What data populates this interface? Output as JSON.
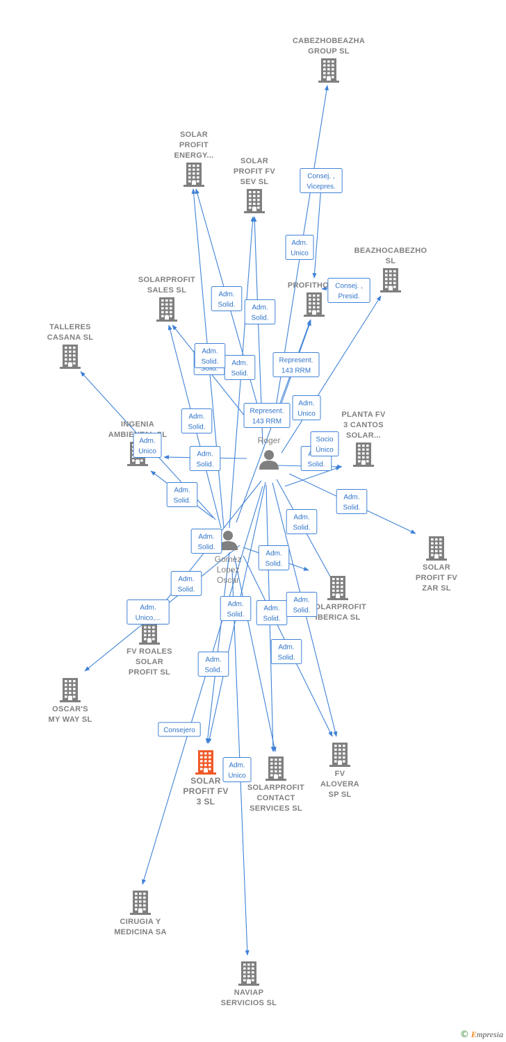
{
  "colors": {
    "edge": "#3f82d6",
    "building": "#7f7f7f",
    "focus": "#f05a28",
    "label": "#808080"
  },
  "nodes": [
    {
      "id": "cabezhobeazha",
      "type": "company",
      "icon": "building-icon",
      "lines": [
        "CABEZHOBEAZHA",
        "GROUP  SL"
      ]
    },
    {
      "id": "solar-energy",
      "type": "company",
      "icon": "building-icon",
      "lines": [
        "SOLAR",
        "PROFIT",
        "ENERGY..."
      ]
    },
    {
      "id": "solar-sev",
      "type": "company",
      "icon": "building-icon",
      "lines": [
        "SOLAR",
        "PROFIT FV",
        "SEV  SL"
      ]
    },
    {
      "id": "beazhocabezho",
      "type": "company",
      "icon": "building-icon",
      "lines": [
        "BEAZHOCABEZHO",
        "SL"
      ]
    },
    {
      "id": "profithol",
      "type": "company",
      "icon": "building-icon",
      "lines": [
        "PROFITHOL..."
      ]
    },
    {
      "id": "solarprofit-sales",
      "type": "company",
      "icon": "building-icon",
      "lines": [
        "SOLARPROFIT",
        "SALES  SL"
      ]
    },
    {
      "id": "talleres",
      "type": "company",
      "icon": "building-icon",
      "lines": [
        "TALLERES",
        "CASANA  SL"
      ]
    },
    {
      "id": "ingenia",
      "type": "company",
      "icon": "building-icon",
      "lines": [
        "INGENIA",
        "AMBIENTAL SL"
      ]
    },
    {
      "id": "planta-fv",
      "type": "company",
      "icon": "building-icon",
      "lines": [
        "PLANTA FV",
        "3 CANTOS",
        "SOLAR..."
      ]
    },
    {
      "id": "roger",
      "type": "person",
      "icon": "person-icon",
      "lines": [
        "Roger"
      ]
    },
    {
      "id": "gomez",
      "type": "person",
      "icon": "person-icon",
      "lines": [
        "Gomez",
        "Lopez",
        "Oscar"
      ]
    },
    {
      "id": "solar-zar",
      "type": "company",
      "icon": "building-icon",
      "lines": [
        "SOLAR",
        "PROFIT FV",
        "ZAR  SL"
      ]
    },
    {
      "id": "solarprofit-iberica",
      "type": "company",
      "icon": "building-icon",
      "lines": [
        "SOLARPROFIT",
        "IBERICA  SL"
      ]
    },
    {
      "id": "fv-roales",
      "type": "company",
      "icon": "building-icon",
      "lines": [
        "FV ROALES",
        "SOLAR",
        "PROFIT  SL"
      ]
    },
    {
      "id": "oscars",
      "type": "company",
      "icon": "building-icon",
      "lines": [
        "OSCAR'S",
        "MY WAY  SL"
      ]
    },
    {
      "id": "solar-fv3",
      "type": "focus",
      "icon": "building-icon",
      "lines": [
        "SOLAR",
        "PROFIT FV",
        "3  SL"
      ]
    },
    {
      "id": "solarprofit-contact",
      "type": "company",
      "icon": "building-icon",
      "lines": [
        "SOLARPROFIT",
        "CONTACT",
        "SERVICES  SL"
      ]
    },
    {
      "id": "fv-alovera",
      "type": "company",
      "icon": "building-icon",
      "lines": [
        "FV",
        "ALOVERA",
        "SP  SL"
      ]
    },
    {
      "id": "cirugia",
      "type": "company",
      "icon": "building-icon",
      "lines": [
        "CIRUGIA Y",
        "MEDICINA SA"
      ]
    },
    {
      "id": "naviap",
      "type": "company",
      "icon": "building-icon",
      "lines": [
        "NAVIAP",
        "SERVICIOS  SL"
      ]
    }
  ],
  "edges": [
    {
      "from": "roger",
      "to": "cabezhobeazha",
      "lines": [
        "Adm.",
        "Unico"
      ]
    },
    {
      "from": "cabezhobeazha",
      "to": "profithol",
      "lines": [
        "Consej. ,",
        "Vicepres."
      ]
    },
    {
      "from": "roger",
      "to": "beazhocabezho",
      "lines": [
        "Adm.",
        "Unico"
      ]
    },
    {
      "from": "beazhocabezho",
      "to": "profithol",
      "lines": [
        "Consej. ,",
        "Presid."
      ]
    },
    {
      "from": "roger",
      "to": "profithol",
      "lines": [
        "Represent.",
        "143 RRM"
      ]
    },
    {
      "from": "gomez",
      "to": "profithol",
      "lines": [
        "Represent.",
        "143 RRM"
      ]
    },
    {
      "from": "roger",
      "to": "solar-energy",
      "lines": [
        "Adm.",
        "Solid."
      ]
    },
    {
      "from": "gomez",
      "to": "solar-energy",
      "lines": [
        "Adm.",
        "Solid."
      ]
    },
    {
      "from": "roger",
      "to": "solar-sev",
      "lines": [
        "Adm.",
        "Solid."
      ]
    },
    {
      "from": "gomez",
      "to": "solar-sev",
      "lines": [
        "Adm.",
        "Solid."
      ]
    },
    {
      "from": "roger",
      "to": "solarprofit-sales",
      "lines": [
        "Adm.",
        "Solid."
      ]
    },
    {
      "from": "gomez",
      "to": "solarprofit-sales",
      "lines": [
        "Adm.",
        "Solid."
      ]
    },
    {
      "from": "gomez",
      "to": "talleres",
      "lines": [
        "Adm.",
        "Unico"
      ]
    },
    {
      "from": "roger",
      "to": "ingenia",
      "lines": [
        "Adm.",
        "Solid."
      ]
    },
    {
      "from": "gomez",
      "to": "ingenia",
      "lines": [
        "Adm.",
        "Solid."
      ]
    },
    {
      "from": "roger",
      "to": "planta-fv",
      "lines": [
        "Adm.",
        "Solid."
      ]
    },
    {
      "from": "gomez",
      "to": "planta-fv",
      "lines": [
        "Socio",
        "Único"
      ]
    },
    {
      "from": "roger",
      "to": "solar-zar",
      "lines": [
        "Adm.",
        "Solid."
      ]
    },
    {
      "from": "roger",
      "to": "solarprofit-iberica",
      "lines": [
        "Adm.",
        "Solid."
      ]
    },
    {
      "from": "gomez",
      "to": "solarprofit-iberica",
      "lines": [
        "Adm.",
        "Solid."
      ]
    },
    {
      "from": "roger",
      "to": "fv-roales",
      "lines": [
        "Adm.",
        "Solid."
      ]
    },
    {
      "from": "gomez",
      "to": "oscars",
      "lines": [
        "Adm.",
        "Unico,..."
      ]
    },
    {
      "from": "roger",
      "to": "solar-fv3",
      "lines": [
        "Adm.",
        "Solid."
      ]
    },
    {
      "from": "gomez",
      "to": "solar-fv3",
      "lines": [
        "Adm.",
        "Solid."
      ]
    },
    {
      "from": "roger",
      "to": "solarprofit-contact",
      "lines": [
        "Adm.",
        "Solid."
      ]
    },
    {
      "from": "gomez",
      "to": "solarprofit-contact",
      "lines": [
        "Adm.",
        "Solid."
      ]
    },
    {
      "from": "roger",
      "to": "fv-alovera",
      "lines": [
        "Adm.",
        "Solid."
      ]
    },
    {
      "from": "gomez",
      "to": "fv-alovera",
      "lines": [
        "Adm.",
        "Solid."
      ]
    },
    {
      "from": "roger",
      "to": "cirugia",
      "lines": [
        "Consejero"
      ]
    },
    {
      "from": "gomez",
      "to": "naviap",
      "lines": [
        "Adm.",
        "Unico"
      ]
    }
  ],
  "brand": {
    "symbol": "©",
    "name_initial": "E",
    "name_rest": "mpresia"
  }
}
